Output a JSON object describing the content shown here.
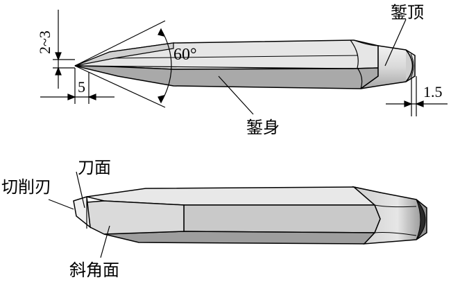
{
  "top_figure": {
    "dim_vertical": "2~3",
    "dim_tip_length": "5",
    "angle": "60°",
    "dim_head": "1.5",
    "label_head": "錾顶",
    "label_body": "錾身"
  },
  "bottom_figure": {
    "label_cutting_edge": "切削刃",
    "label_blade_face": "刀面",
    "label_bevel_face": "斜角面"
  },
  "colors": {
    "light_face": "#e4e4e4",
    "mid_face": "#c8c8c8",
    "dark_face": "#9a9a9a",
    "head_dark": "#2a2a2a",
    "line": "#000000"
  }
}
